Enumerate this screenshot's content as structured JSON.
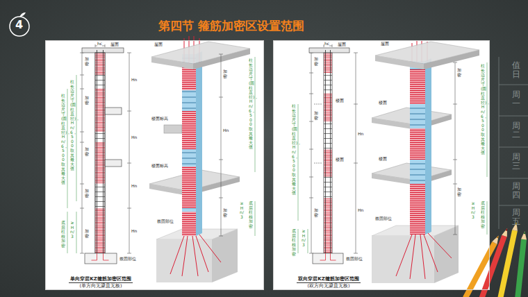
{
  "diagram": {
    "title": "第四节 箍筋加密区设置范围",
    "nodes": [
      {
        "text": [
          "单向穿层KZ箍筋加密区范围",
          "(单方向无梁且无板)"
        ]
      },
      {
        "text": [
          "双向穿层KZ箍筋加密区范围",
          "(双方向无梁且无板)"
        ]
      }
    ],
    "labels": [
      "4",
      "hc",
      "屋面",
      "加密",
      "加密",
      "加密",
      "加密",
      "加密",
      "Hn",
      "Hn",
      "Hn",
      "Hn",
      "柱长边尺寸(圆柱直径)，Hn/6，500取其最大值",
      "柱长边尺寸(圆柱直径)，Hn/6，500取其最大值",
      "底层柱根加密",
      "≥Hn/3",
      "嵌固部位",
      "屋面",
      "楼面标高",
      "楼面标高",
      "嵌固部位",
      "加密",
      "加密",
      "Hn",
      "柱长边尺寸(圆柱直径)，Hn/6，500取其最大值",
      "底层柱根加密",
      "≥Hn/3",
      "hc",
      "屋面",
      "楼面",
      "楼面",
      "加密",
      "加密",
      "加密",
      "Hn",
      "Hn",
      "柱长边尺寸(圆柱直径)，Hn/6，500取其最大值",
      "底层柱根加密",
      "≥Hn/3",
      "嵌固部位",
      "屋面",
      "楼面",
      "楼面",
      "嵌固部位",
      "加密",
      "加密",
      "柱长边尺寸(圆柱直径)，Hn/6，500取其最大值",
      "底层柱根加密",
      "≥Hn/3",
      "值日",
      "周一",
      "周二",
      "周三",
      "周四",
      "周五"
    ]
  }
}
